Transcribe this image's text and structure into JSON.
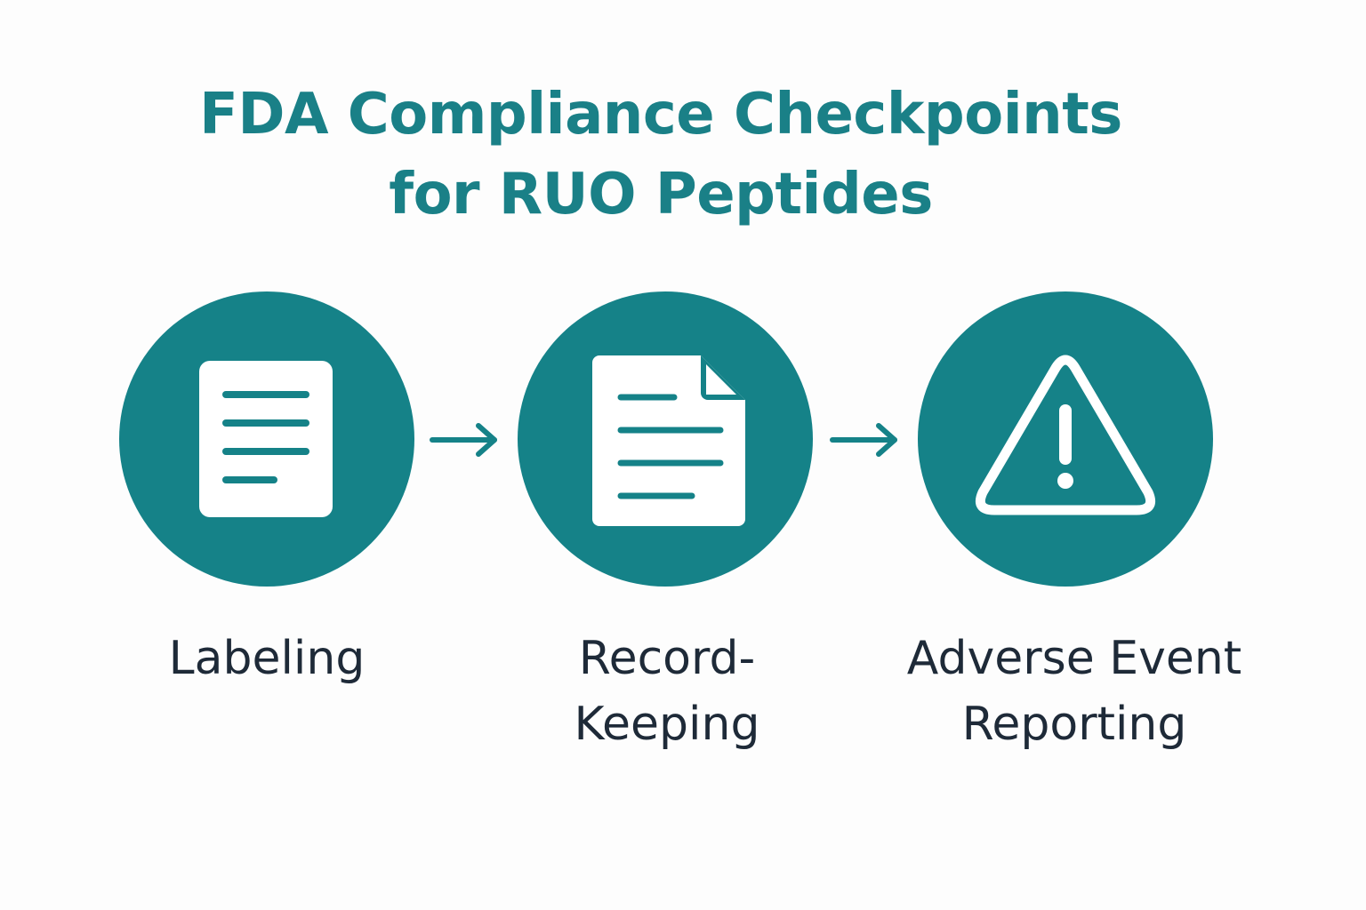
{
  "title": {
    "line1": "FDA Compliance Checkpoints",
    "line2": "for RUO Peptides"
  },
  "accent_color": "#158288",
  "text_color": "#1e2a38",
  "steps": [
    {
      "icon": "document-lines-icon",
      "label_line1": "Labeling",
      "label_line2": ""
    },
    {
      "icon": "file-folded-corner-icon",
      "label_line1": "Record-",
      "label_line2": "Keeping"
    },
    {
      "icon": "warning-triangle-icon",
      "label_line1": "Adverse Event",
      "label_line2": "Reporting"
    }
  ],
  "connectors": [
    "arrow-right-icon",
    "arrow-right-icon"
  ]
}
